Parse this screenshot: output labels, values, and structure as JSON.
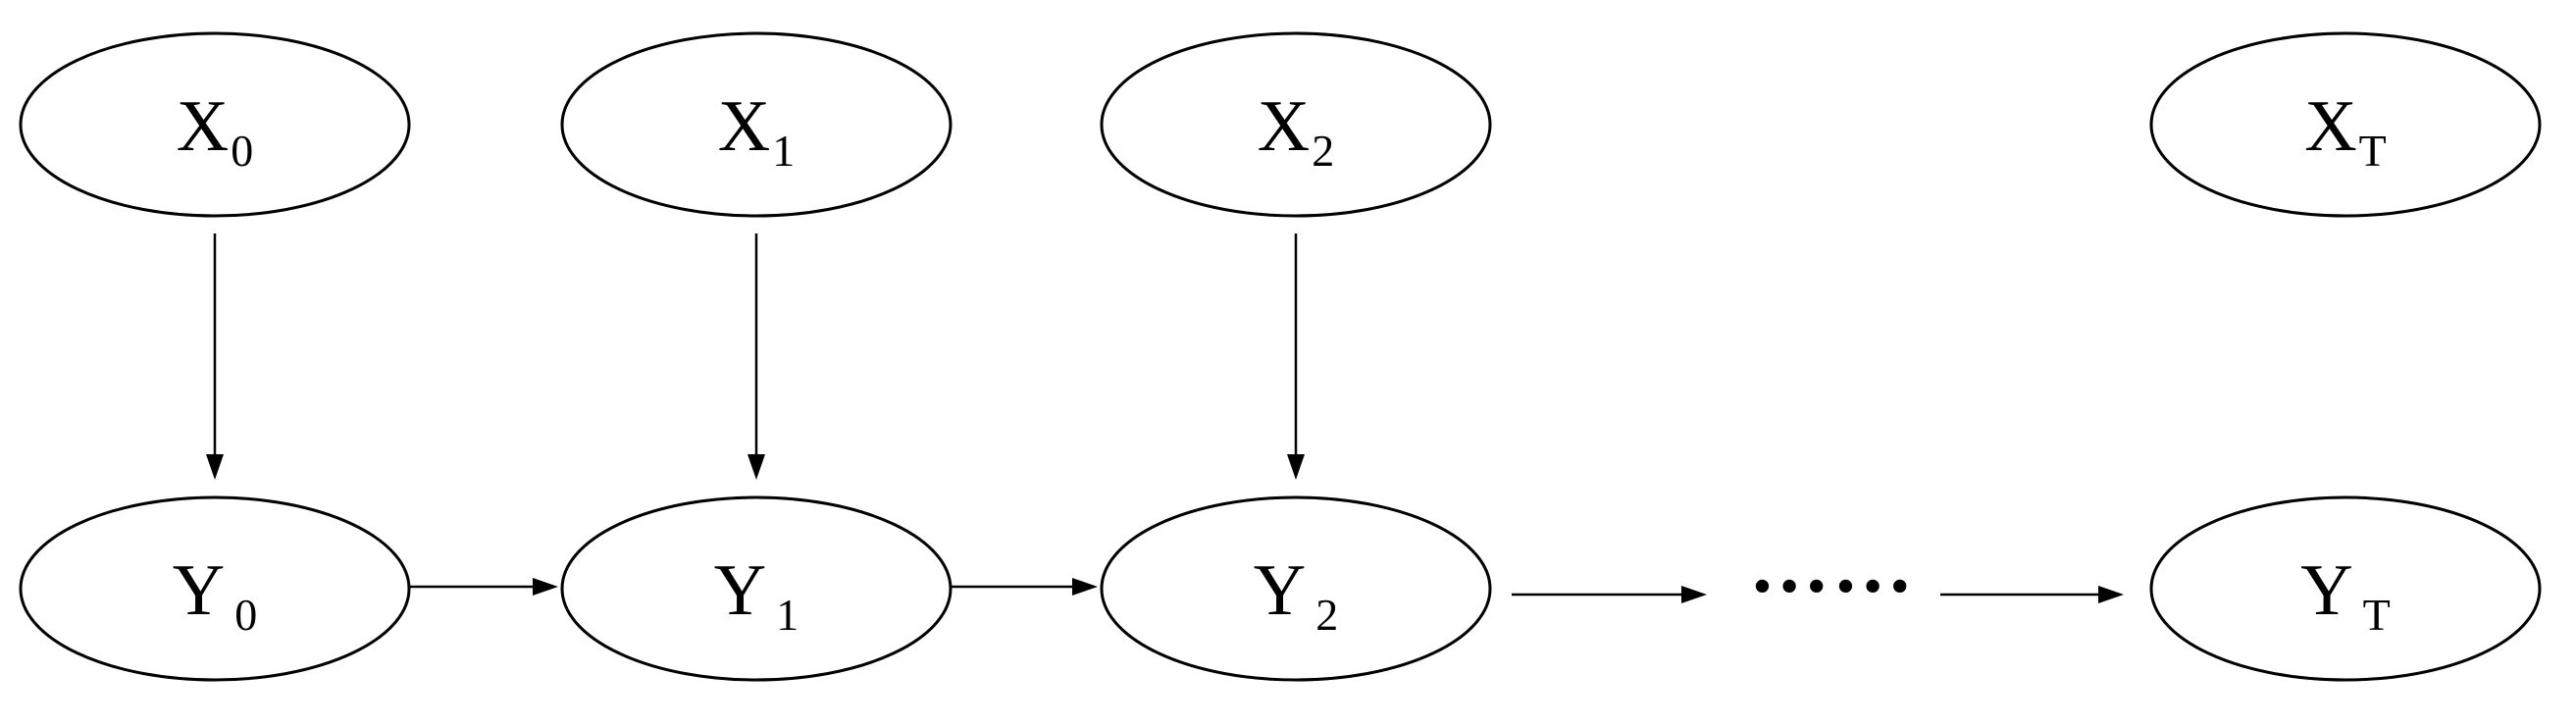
{
  "nodes": [
    {
      "id": "x0",
      "label": "X",
      "sub": "0"
    },
    {
      "id": "x1",
      "label": "X",
      "sub": "1"
    },
    {
      "id": "x2",
      "label": "X",
      "sub": "2"
    },
    {
      "id": "xt",
      "label": "X",
      "sub": "T"
    },
    {
      "id": "y0",
      "label": "Y",
      "sub": "0"
    },
    {
      "id": "y1",
      "label": "Y",
      "sub": "1"
    },
    {
      "id": "y2",
      "label": "Y",
      "sub": "2"
    },
    {
      "id": "yt",
      "label": "Y",
      "sub": "T"
    }
  ],
  "edges": [
    {
      "from": "x0",
      "to": "y0"
    },
    {
      "from": "x1",
      "to": "y1"
    },
    {
      "from": "x2",
      "to": "y2"
    },
    {
      "from": "y0",
      "to": "y1"
    },
    {
      "from": "y1",
      "to": "y2"
    },
    {
      "from": "y2",
      "to": "ellipsis"
    },
    {
      "from": "ellipsis",
      "to": "yt"
    }
  ],
  "ellipsis": "……",
  "colors": {
    "stroke": "#000000",
    "fill": "#ffffff",
    "background": "#ffffff"
  }
}
